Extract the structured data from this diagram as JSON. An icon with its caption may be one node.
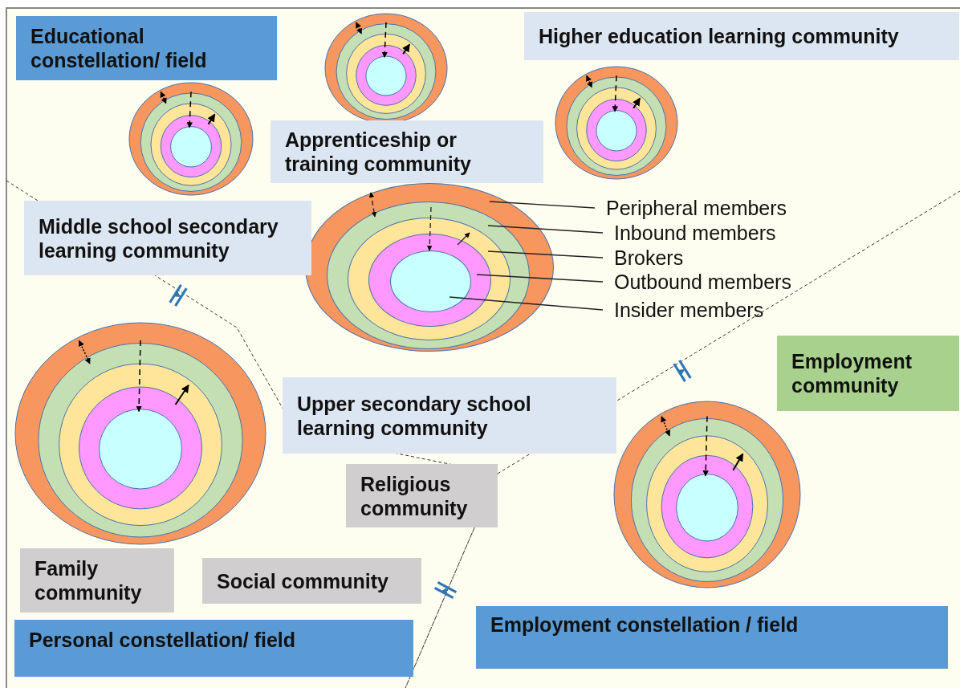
{
  "diagram": {
    "nodes": [
      {
        "text": [
          "Educational constellation/ field"
        ]
      },
      {
        "text": [
          "Higher education learning community"
        ]
      },
      {
        "text": [
          "Apprenticeship or training community"
        ]
      },
      {
        "text": [
          "Middle school secondary learning community"
        ]
      },
      {
        "text": [
          "Upper secondary school learning community"
        ]
      },
      {
        "text": [
          "Employment community"
        ]
      },
      {
        "text": [
          "Religious community"
        ]
      },
      {
        "text": [
          "Family community"
        ]
      },
      {
        "text": [
          "Social community"
        ]
      },
      {
        "text": [
          "Personal constellation/ field"
        ]
      },
      {
        "text": [
          "Employment constellation / field"
        ]
      },
      {
        "text": [
          "Peripheral members"
        ]
      },
      {
        "text": [
          "Inbound members"
        ]
      },
      {
        "text": [
          "Brokers"
        ]
      },
      {
        "text": [
          "Outbound members"
        ]
      },
      {
        "text": [
          "Insider members"
        ]
      },
      {
        "text": [],
        "shape": "circle"
      },
      {
        "text": [],
        "shape": "circle",
        "in": 16
      },
      {
        "text": [],
        "shape": "circle",
        "in": 17
      },
      {
        "text": [],
        "shape": "circle",
        "in": 18
      },
      {
        "text": [],
        "shape": "circle",
        "in": 19
      }
    ],
    "edges": [
      {
        "from": 11,
        "to": 16,
        "arrow": "none"
      },
      {
        "from": 12,
        "to": 17,
        "arrow": "none"
      },
      {
        "from": 13,
        "to": 18,
        "arrow": "none"
      },
      {
        "from": 14,
        "to": 19,
        "arrow": "none"
      },
      {
        "from": 15,
        "to": 20,
        "arrow": "none"
      },
      {
        "from": 16,
        "to": 17,
        "arrow": "both",
        "style": "dashed"
      },
      {
        "from": 17,
        "to": 20,
        "arrow": "to",
        "style": "dashed"
      },
      {
        "from": 19,
        "to": 18,
        "arrow": "to"
      }
    ]
  }
}
